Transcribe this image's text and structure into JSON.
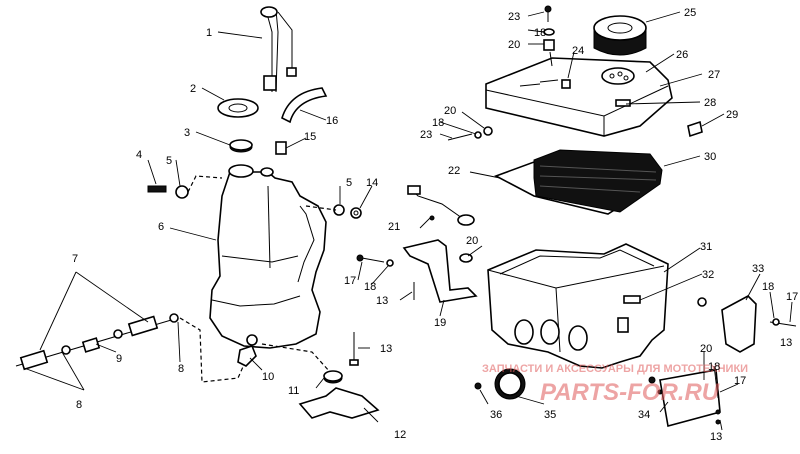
{
  "labels": [
    {
      "id": "l1",
      "text": "1"
    },
    {
      "id": "l2",
      "text": "2"
    },
    {
      "id": "l3",
      "text": "3"
    },
    {
      "id": "l4",
      "text": "4"
    },
    {
      "id": "l5a",
      "text": "5"
    },
    {
      "id": "l5b",
      "text": "5"
    },
    {
      "id": "l6",
      "text": "6"
    },
    {
      "id": "l7",
      "text": "7"
    },
    {
      "id": "l8a",
      "text": "8"
    },
    {
      "id": "l8b",
      "text": "8"
    },
    {
      "id": "l9",
      "text": "9"
    },
    {
      "id": "l10",
      "text": "10"
    },
    {
      "id": "l11",
      "text": "11"
    },
    {
      "id": "l12",
      "text": "12"
    },
    {
      "id": "l13a",
      "text": "13"
    },
    {
      "id": "l13b",
      "text": "13"
    },
    {
      "id": "l13c",
      "text": "13"
    },
    {
      "id": "l13d",
      "text": "13"
    },
    {
      "id": "l14",
      "text": "14"
    },
    {
      "id": "l15",
      "text": "15"
    },
    {
      "id": "l16",
      "text": "16"
    },
    {
      "id": "l17a",
      "text": "17"
    },
    {
      "id": "l17b",
      "text": "17"
    },
    {
      "id": "l17c",
      "text": "17"
    },
    {
      "id": "l18a",
      "text": "18"
    },
    {
      "id": "l18b",
      "text": "18"
    },
    {
      "id": "l18c",
      "text": "18"
    },
    {
      "id": "l18d",
      "text": "18"
    },
    {
      "id": "l18e",
      "text": "18"
    },
    {
      "id": "l19",
      "text": "19"
    },
    {
      "id": "l20a",
      "text": "20"
    },
    {
      "id": "l20b",
      "text": "20"
    },
    {
      "id": "l20c",
      "text": "20"
    },
    {
      "id": "l20d",
      "text": "20"
    },
    {
      "id": "l21",
      "text": "21"
    },
    {
      "id": "l22",
      "text": "22"
    },
    {
      "id": "l23a",
      "text": "23"
    },
    {
      "id": "l23b",
      "text": "23"
    },
    {
      "id": "l24",
      "text": "24"
    },
    {
      "id": "l25",
      "text": "25"
    },
    {
      "id": "l26",
      "text": "26"
    },
    {
      "id": "l27",
      "text": "27"
    },
    {
      "id": "l28",
      "text": "28"
    },
    {
      "id": "l29",
      "text": "29"
    },
    {
      "id": "l30",
      "text": "30"
    },
    {
      "id": "l31",
      "text": "31"
    },
    {
      "id": "l32",
      "text": "32"
    },
    {
      "id": "l33",
      "text": "33"
    },
    {
      "id": "l34",
      "text": "34"
    },
    {
      "id": "l35",
      "text": "35"
    },
    {
      "id": "l36",
      "text": "36"
    }
  ],
  "watermark": {
    "line1": "ЗАПЧАСТИ И АКСЕССУАРЫ ДЛЯ МОТОТЕХНИКИ",
    "line2": "PARTS-FOR.RU",
    "color": "#e05a5a"
  }
}
